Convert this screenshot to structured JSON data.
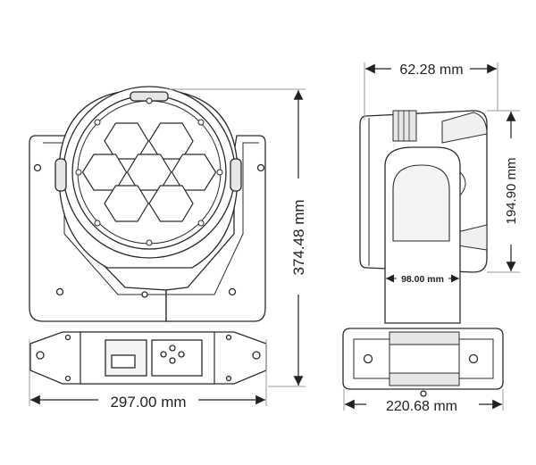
{
  "dimensions": {
    "front_width": "297.00 mm",
    "front_height": "374.48 mm",
    "side_top_depth": "62.28 mm",
    "side_head_height": "194.90 mm",
    "side_arm_width": "98.00 mm",
    "side_base_width": "220.68 mm"
  },
  "colors": {
    "line": "#2a2a2a",
    "dim_line": "#9a9a9a",
    "fill": "#ffffff",
    "accent_fill": "#e6e6e6"
  }
}
